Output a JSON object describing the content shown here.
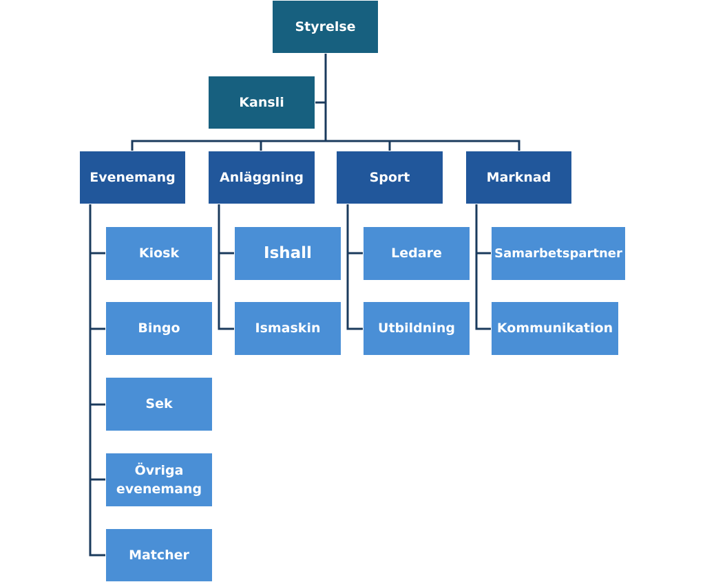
{
  "diagram": {
    "root": {
      "label": "Styrelse"
    },
    "office": {
      "label": "Kansli"
    },
    "departments": [
      {
        "label": "Evenemang",
        "children": [
          "Kiosk",
          "Bingo",
          "Sek",
          "Övriga evenemang",
          "Matcher"
        ]
      },
      {
        "label": "Anläggning",
        "children": [
          "Ishall",
          "Ismaskin"
        ]
      },
      {
        "label": "Sport",
        "children": [
          "Ledare",
          "Utbildning"
        ]
      },
      {
        "label": "Marknad",
        "children": [
          "Samarbetspartner",
          "Kommunikation"
        ]
      }
    ]
  },
  "colors": {
    "root_fill": "#17607f",
    "department_fill": "#21579b",
    "sub_unit_fill": "#4a8fd6",
    "connector": "#1a3a5c",
    "text": "#ffffff"
  }
}
